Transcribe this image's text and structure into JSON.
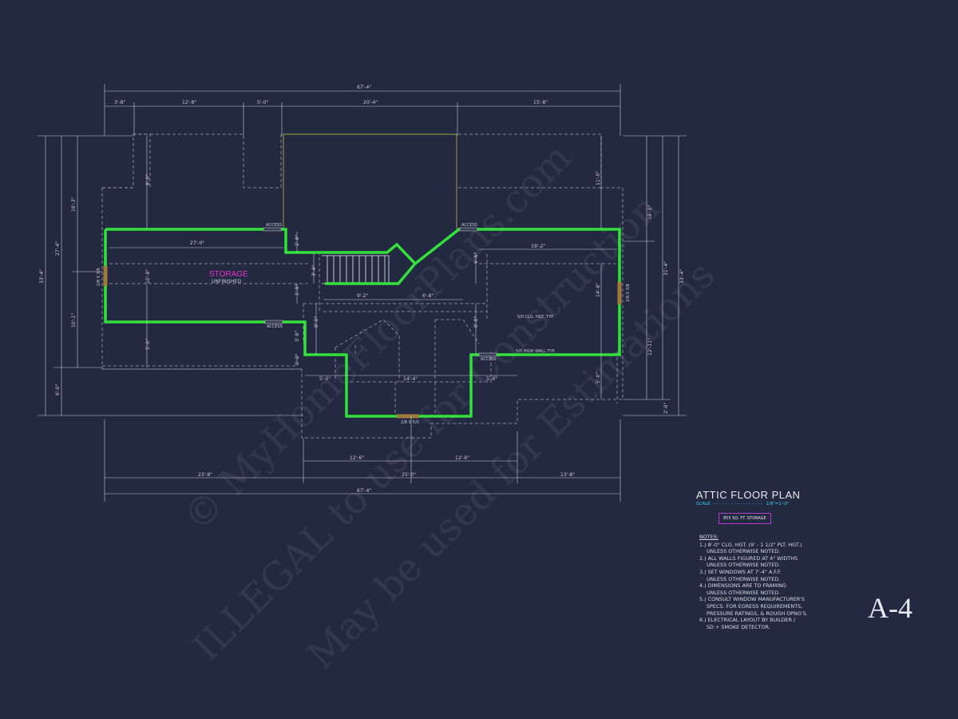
{
  "plan": {
    "title": "ATTIC FLOOR PLAN",
    "scale_label": "SCALE",
    "scale_value": "1/8\"=1'-0\"",
    "area_badge": "855 SQ. FT. STORAGE",
    "sheet_number": "A-4"
  },
  "room": {
    "name": "STORAGE",
    "subtitle": "UNFINISHED"
  },
  "labels": {
    "access": "ACCESS",
    "window_2868": "2/8 X 3/8",
    "window_2850": "2/8 X 5/0",
    "clg_hgt": "5/0 CLG. HGT. TYP.",
    "high_wall": "5/0 HIGH WALL TYP."
  },
  "dimensions": {
    "top_overall": "67'-4\"",
    "top_segments": [
      "3'-8\"",
      "12'-8\"",
      "5'-0\"",
      "20'-4\"",
      "15'-8\""
    ],
    "bottom_overall": "67'-4\"",
    "bottom_segments": [
      "23'-8\"",
      "25'-0\"",
      "13'-8\""
    ],
    "bottom_inner": [
      "12'-6\"",
      "12'-6\""
    ],
    "left_overall": "33'-4\"",
    "left_segments": [
      "27'-4\"",
      "6'-0\""
    ],
    "left_inner": [
      "16'-3\"",
      "10'-1\""
    ],
    "right_overall": "33'-4\"",
    "right_segments": [
      "31'-4\"",
      "2'-0\""
    ],
    "right_inner": [
      "18'-5\"",
      "12'-11\""
    ],
    "interior": {
      "west_len": "27'-0\"",
      "west_depth": "10'-8\"",
      "left_offset_top": "8'-0\"",
      "left_offset_bottom": "5'-0\"",
      "right_offset_top": "11'-0\"",
      "right_len": "19'-2\"",
      "right_depth": "14'-8\"",
      "right_bottom": "5'-0\"",
      "stair_w": "9'-2\"",
      "stair_gap": "6'-8\"",
      "stair_h": "3'-4\"",
      "stair_top": "2'-8\"",
      "core_left": "8'-0\"",
      "core_right": "8'-0\"",
      "core_right2": "6'-6\"",
      "core_step": "3'-8\"",
      "core_small": "1'-8\"",
      "core_tiny": "1'-2\"",
      "bay_left": "5'-0\"",
      "bay_width": "14'-4\"",
      "bay_right": "5'-0\""
    }
  },
  "notes": {
    "heading": "NOTES:",
    "lines": [
      [
        "1.) 8'-0\" CLG. HGT. (9' - 1 1/2\" PLT. HGT.)",
        "UNLESS OTHERWISE NOTED."
      ],
      [
        "2.) ALL WALLS FIGURED AT 4\" WIDTHS",
        "UNLESS OTHERWISE NOTED."
      ],
      [
        "3.) SET WINDOWS AT 7'-4\" A.F.F.",
        "UNLESS OTHERWISE NOTED."
      ],
      [
        "4.) DIMENSIONS ARE TO FRAMING",
        "UNLESS OTHERWISE NOTED."
      ],
      [
        "5.) CONSULT WINDOW MANUFACTURER'S",
        "SPECS. FOR EGRESS REQUIREMENTS,",
        "PRESSURE RATINGS, & ROUGH OPNG'S."
      ],
      [
        "6.) ELECTRICAL LAYOUT BY BUILDER /",
        "SD + SMOKE DETECTOR."
      ]
    ]
  },
  "watermark": {
    "line1": "© MyHomeFloorPlans.com",
    "line2": "ILLEGAL to use for Construction",
    "line3": "May be used for Estimations"
  },
  "colors": {
    "background": "#232941",
    "wall": "#33e13a",
    "dimension_line": "#c9cdd8",
    "room_label": "#e535c8",
    "scale": "#36d0f0",
    "window": "#a07a3c"
  }
}
